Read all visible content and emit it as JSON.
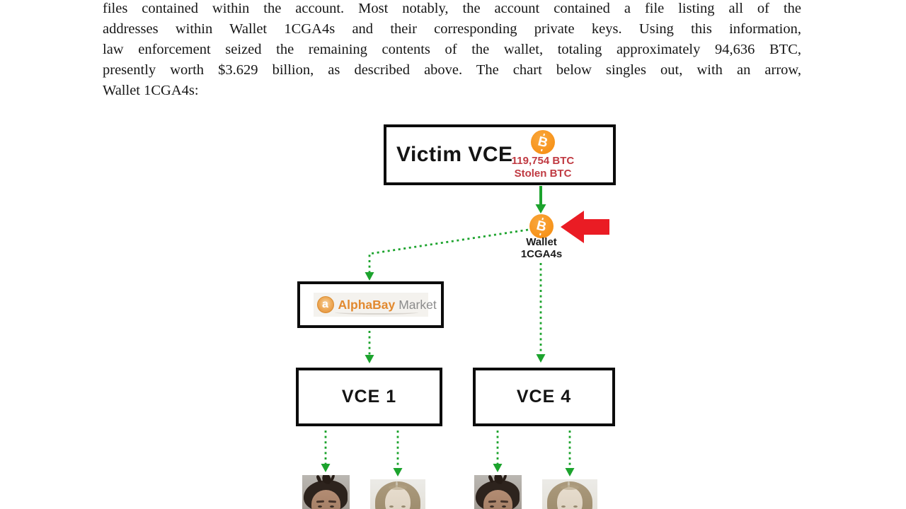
{
  "document": {
    "paragraph_lines": [
      "files contained within the account.  Most notably, the account contained a file listing all of the",
      "addresses within Wallet 1CGA4s and their corresponding private keys.  Using this information,",
      "law enforcement seized the remaining contents of the wallet, totaling approximately 94,636 BTC,",
      "presently worth $3.629 billion, as described above.  The chart below singles out, with an arrow,",
      "Wallet 1CGA4s:"
    ]
  },
  "diagram": {
    "victim_box": {
      "label": "Victim VCE",
      "btc_amount": "119,754 BTC",
      "btc_note": "Stolen BTC"
    },
    "wallet_node": {
      "label_line1": "Wallet",
      "label_line2": "1CGA4s"
    },
    "alphabay_box": {
      "logo_letter": "a",
      "name": "AlphaBay",
      "suffix": "Market"
    },
    "vce1_box": {
      "label": "VCE 1"
    },
    "vce4_box": {
      "label": "VCE 4"
    },
    "bitcoin_symbol": "B"
  },
  "colors": {
    "arrow_green": "#1ca32d",
    "red_text": "#c03a42",
    "red_arrow": "#ea1c24",
    "bitcoin_orange": "#f7931a",
    "alphabay_orange": "#e2892f",
    "market_gray": "#8b8b8b"
  }
}
